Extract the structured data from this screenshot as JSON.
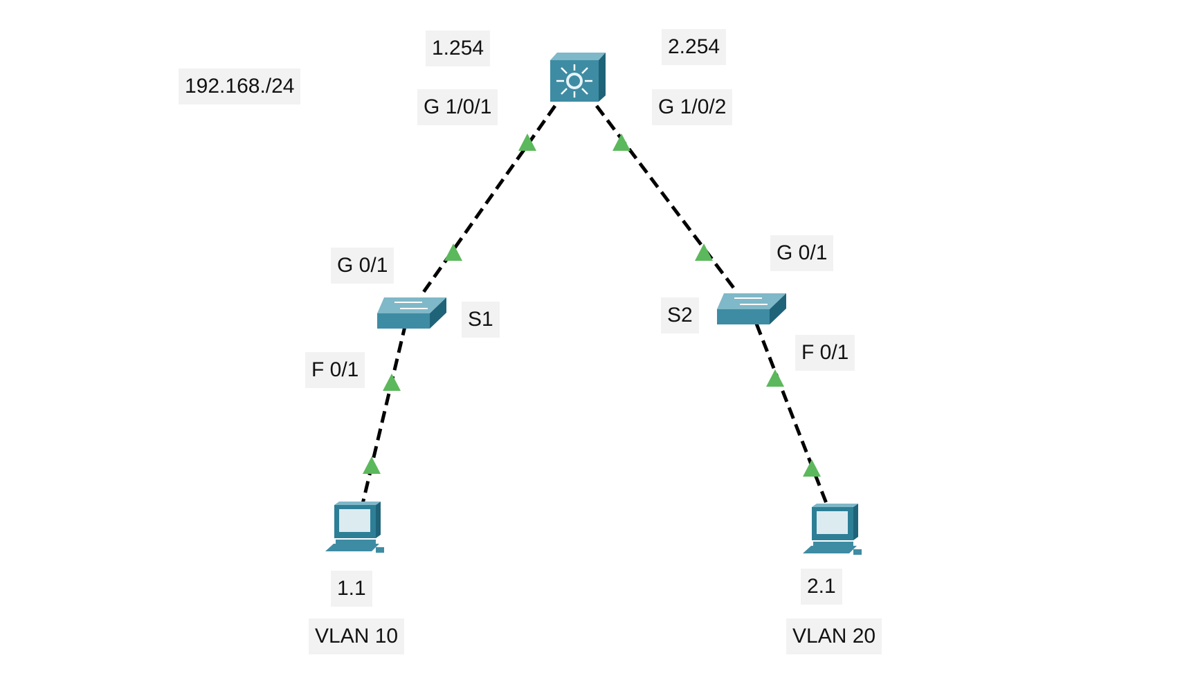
{
  "network_label": "192.168./24",
  "router": {
    "left_ip": "1.254",
    "right_ip": "2.254",
    "left_port": "G 1/0/1",
    "right_port": "G 1/0/2"
  },
  "switch_left": {
    "name": "S1",
    "uplink_port": "G 0/1",
    "access_port": "F 0/1"
  },
  "switch_right": {
    "name": "S2",
    "uplink_port": "G 0/1",
    "access_port": "F 0/1"
  },
  "pc_left": {
    "ip": "1.1",
    "vlan": "VLAN 10"
  },
  "pc_right": {
    "ip": "2.1",
    "vlan": "VLAN 20"
  },
  "colors": {
    "device_top": "#7fb8c8",
    "device_front": "#3e8ca3",
    "device_side": "#1f6379",
    "link": "#000000",
    "link_status": "#5cb85c",
    "label_bg": "#f2f2f2"
  },
  "icons": {
    "router": "layer3-switch-icon",
    "switch": "switch-icon",
    "pc": "pc-icon",
    "link_up": "link-up-triangle-icon"
  }
}
